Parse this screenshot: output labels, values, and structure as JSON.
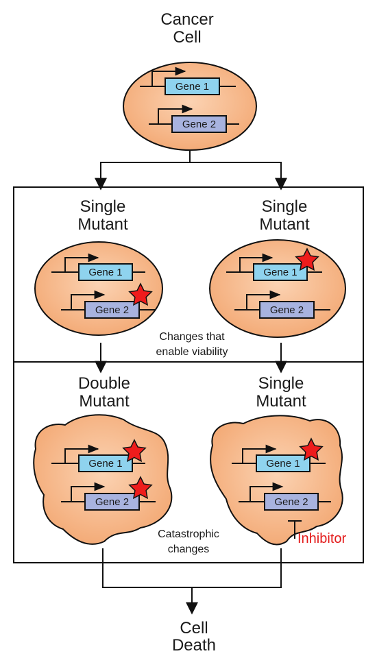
{
  "colors": {
    "cell_fill": "#f6b98a",
    "gene1_fill": "#8fd3ee",
    "gene2_fill": "#a8b3df",
    "mutation_star": "#ee1c1c",
    "inhibitor_text": "#e31b1b"
  },
  "top": {
    "title_line1": "Cancer",
    "title_line2": "Cell"
  },
  "row1": {
    "left_title_line1": "Single",
    "left_title_line2": "Mutant",
    "right_title_line1": "Single",
    "right_title_line2": "Mutant",
    "note_line1": "Changes that",
    "note_line2": "enable viability"
  },
  "row2": {
    "left_title_line1": "Double",
    "left_title_line2": "Mutant",
    "right_title_line1": "Single",
    "right_title_line2": "Mutant",
    "note_line1": "Catastrophic",
    "note_line2": "changes",
    "inhibitor": "Inhibitor"
  },
  "genes": {
    "gene1": "Gene 1",
    "gene2": "Gene 2"
  },
  "bottom": {
    "title_line1": "Cell",
    "title_line2": "Death"
  }
}
